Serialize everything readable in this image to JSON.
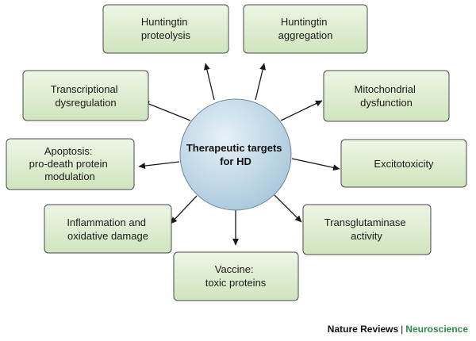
{
  "center": {
    "lines": [
      "Therapeutic targets",
      "for HD"
    ]
  },
  "nodes": [
    {
      "id": "huntingtin-proteolysis",
      "lines": [
        "Huntingtin",
        "proteolysis"
      ]
    },
    {
      "id": "huntingtin-aggregation",
      "lines": [
        "Huntingtin",
        "aggregation"
      ]
    },
    {
      "id": "mitochondrial-dysfunction",
      "lines": [
        "Mitochondrial",
        "dysfunction"
      ]
    },
    {
      "id": "excitotoxicity",
      "lines": [
        "Excitotoxicity"
      ]
    },
    {
      "id": "transglutaminase-activity",
      "lines": [
        "Transglutaminase",
        "activity"
      ]
    },
    {
      "id": "vaccine-toxic-proteins",
      "lines": [
        "Vaccine:",
        "toxic proteins"
      ]
    },
    {
      "id": "inflammation-oxidative-damage",
      "lines": [
        "Inflammation and",
        "oxidative damage"
      ]
    },
    {
      "id": "apoptosis-modulation",
      "lines": [
        "Apoptosis:",
        "pro-death protein",
        "modulation"
      ]
    },
    {
      "id": "transcriptional-dysregulation",
      "lines": [
        "Transcriptional",
        "dysregulation"
      ]
    }
  ],
  "credit": {
    "publisher": "Nature Reviews",
    "separator": "|",
    "journal": "Neuroscience"
  },
  "colors": {
    "box_fill_top": "#eef6e6",
    "box_fill_bottom": "#cfe4bd",
    "circle_light": "#e6f1f7",
    "circle_dark": "#a9c8dc",
    "journal": "#2e8b4a"
  }
}
